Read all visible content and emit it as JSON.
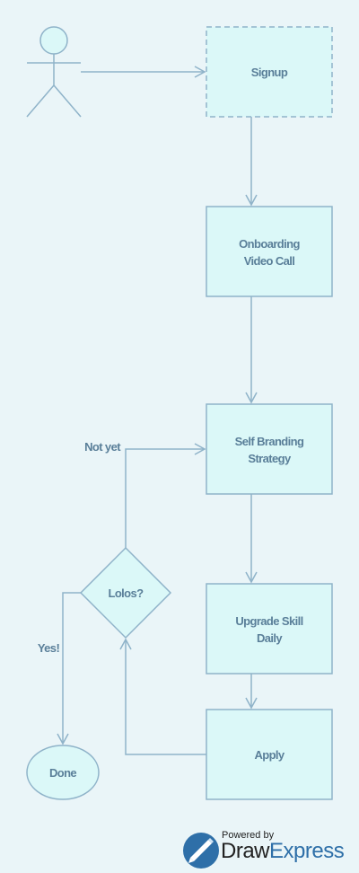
{
  "diagram": {
    "nodes": {
      "signup": "Signup",
      "onboarding": [
        "Onboarding",
        "Video Call"
      ],
      "branding": [
        "Self Branding",
        "Strategy"
      ],
      "upgrade": [
        "Upgrade Skill",
        "Daily"
      ],
      "apply": "Apply",
      "decision": "Lolos?",
      "done": "Done"
    },
    "edge_labels": {
      "not_yet": "Not yet",
      "yes": "Yes!"
    }
  },
  "branding": {
    "powered_by": "Powered by",
    "name_part1": "Draw",
    "name_part2": "Express"
  },
  "colors": {
    "background": "#eaf5f8",
    "node_fill": "#dbf8f8",
    "stroke": "#8fb3c9",
    "text": "#5a7f99",
    "brand_blue": "#2e6fa8"
  }
}
